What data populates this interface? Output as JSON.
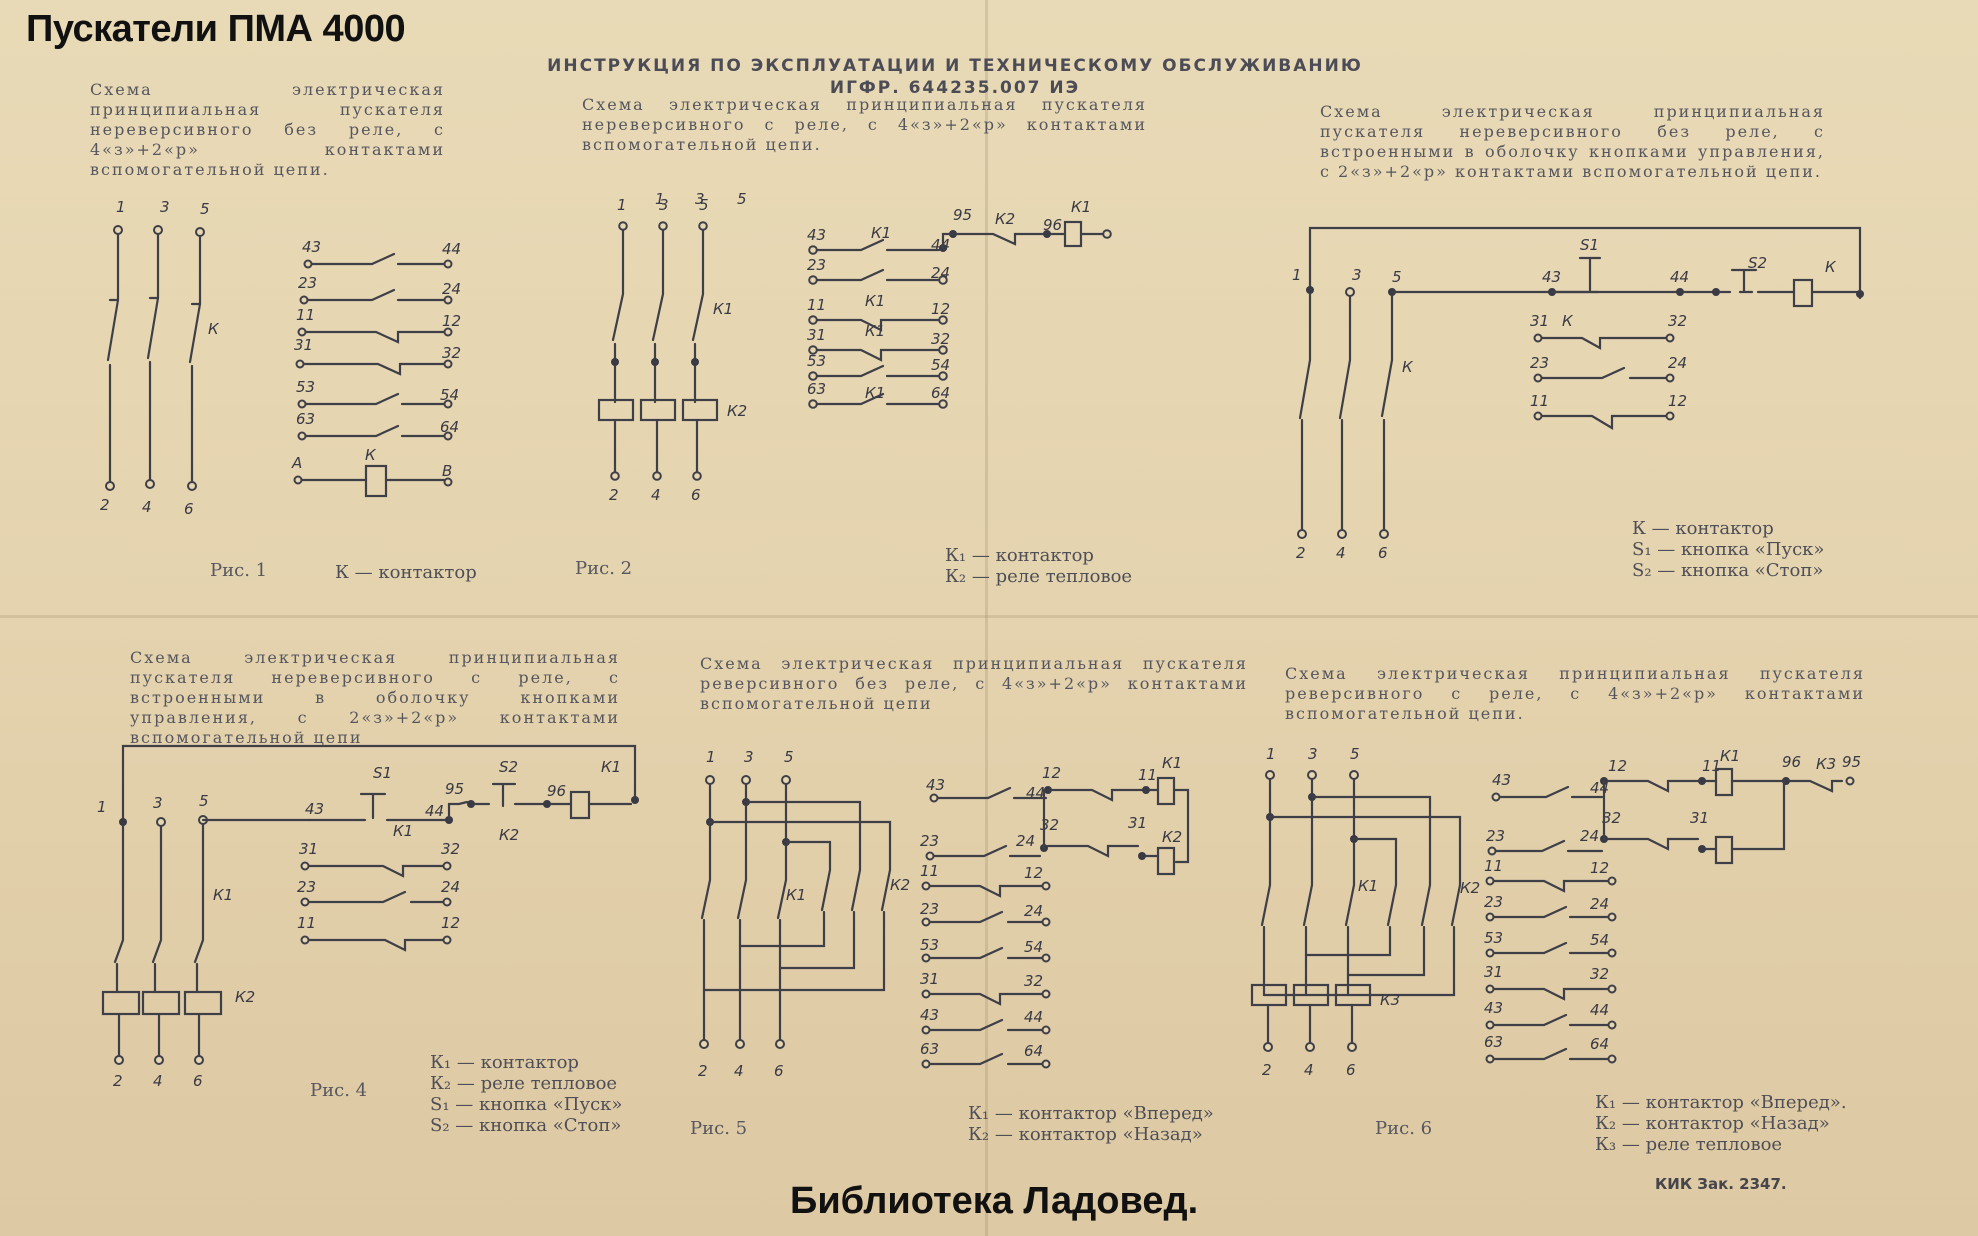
{
  "header": {
    "main_title": "Пускатели ПМА 4000",
    "doc_title": "ИНСТРУКЦИЯ ПО ЭКСПЛУАТАЦИИ И ТЕХНИЧЕСКОМУ ОБСЛУЖИВАНИЮ",
    "doc_code": "ИГФР. 644235.007 ИЭ"
  },
  "footer": {
    "library": "Библиотека Ладовед.",
    "order": "КИК Зак. 2347."
  },
  "figures": [
    {
      "caption": "Схема электрическая принципиальная пускателя нереверсивного без реле, с 4«з»+2«р» контактами вспомогательной цепи.",
      "label": "Рис. 1",
      "legend": [
        "К — контактор"
      ],
      "terminals": {
        "top": [
          "1",
          "3",
          "5"
        ],
        "bottom": [
          "2",
          "4",
          "6"
        ],
        "aux": [
          "43",
          "44",
          "23",
          "24",
          "11",
          "12",
          "31",
          "32",
          "53",
          "54",
          "63",
          "64"
        ],
        "coil": [
          "A",
          "B"
        ]
      },
      "symbols": [
        "К"
      ]
    },
    {
      "caption": "Схема электрическая принципиальная пускателя нереверсивного с реле, с 4«з»+2«р» контактами вспомогательной цепи.",
      "label": "Рис. 2",
      "legend": [
        "К₁ — контактор",
        "К₂ — реле тепловое"
      ],
      "terminals": {
        "top": [
          "1",
          "3",
          "5"
        ],
        "bottom": [
          "2",
          "4",
          "6"
        ],
        "aux": [
          "43",
          "44",
          "23",
          "24",
          "11",
          "12",
          "31",
          "32",
          "53",
          "54",
          "63",
          "64"
        ],
        "relay": [
          "95",
          "96"
        ]
      },
      "symbols": [
        "К1",
        "К2"
      ]
    },
    {
      "caption": "Схема электрическая принципиальная пускателя нереверсивного без реле, с встроенными в оболочку кнопками управления, с 2«з»+2«р» контактами вспомогательной цепи.",
      "label": "",
      "legend": [
        "К — контактор",
        "S₁ — кнопка «Пуск»",
        "S₂ — кнопка «Стоп»"
      ],
      "terminals": {
        "top": [
          "1",
          "3",
          "5"
        ],
        "bottom": [
          "2",
          "4",
          "6"
        ],
        "aux": [
          "43",
          "44",
          "31",
          "32",
          "23",
          "24",
          "11",
          "12"
        ]
      },
      "symbols": [
        "К",
        "S1",
        "S2"
      ]
    },
    {
      "caption": "Схема электрическая принципиальная пускателя нереверсивного с реле, с встроенными в оболочку кнопками управления, с 2«з»+2«р» контактами вспомогательной цепи",
      "label": "Рис. 4",
      "legend": [
        "К₁ — контактор",
        "К₂ — реле тепловое",
        "S₁ — кнопка «Пуск»",
        "S₂ — кнопка «Стоп»"
      ],
      "terminals": {
        "top": [
          "1",
          "3",
          "5"
        ],
        "bottom": [
          "2",
          "4",
          "6"
        ],
        "aux": [
          "43",
          "44",
          "95",
          "96",
          "31",
          "32",
          "23",
          "24",
          "11",
          "12"
        ]
      },
      "symbols": [
        "S1",
        "S2",
        "К1",
        "К2"
      ]
    },
    {
      "caption": "Схема электрическая принципиальная пускателя реверсивного без реле, с 4«з»+2«р» контактами вспомогательной цепи",
      "label": "Рис. 5",
      "legend": [
        "К₁ — контактор «Вперед»",
        "К₂ — контактор «Назад»"
      ],
      "terminals": {
        "top": [
          "1",
          "3",
          "5"
        ],
        "bottom": [
          "2",
          "4",
          "6"
        ],
        "aux": [
          "43",
          "44",
          "12",
          "11",
          "23",
          "24",
          "32",
          "31",
          "11",
          "12",
          "23",
          "24",
          "53",
          "54",
          "31",
          "32",
          "43",
          "44",
          "63",
          "64"
        ]
      },
      "symbols": [
        "К1",
        "К2"
      ]
    },
    {
      "caption": "Схема электрическая принципиальная пускателя реверсивного с реле, с 4«з»+2«р» контактами вспомогательной цепи.",
      "label": "Рис. 6",
      "legend": [
        "К₁ — контактор «Вперед».",
        "К₂ — контактор «Назад»",
        "К₃ — реле тепловое"
      ],
      "terminals": {
        "top": [
          "1",
          "3",
          "5"
        ],
        "bottom": [
          "2",
          "4",
          "6"
        ],
        "aux": [
          "43",
          "44",
          "12",
          "11",
          "96",
          "95",
          "23",
          "24",
          "32",
          "31",
          "11",
          "12",
          "23",
          "24",
          "53",
          "54",
          "31",
          "32",
          "43",
          "44",
          "63",
          "64"
        ]
      },
      "symbols": [
        "К1",
        "К2",
        "К3"
      ]
    }
  ]
}
